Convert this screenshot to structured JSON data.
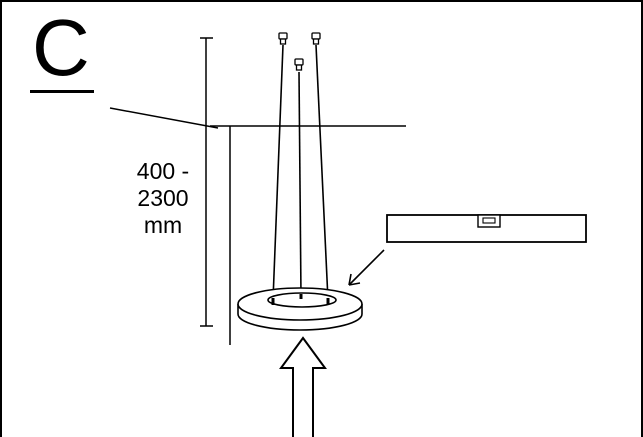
{
  "step": {
    "letter": "C"
  },
  "dimension": {
    "line1": "400 -",
    "line2": "2300",
    "line3": "mm"
  },
  "colors": {
    "ink": "#000000",
    "background": "#ffffff"
  },
  "icons": [
    "spirit-level-icon",
    "ceiling-mount-icon",
    "lamp-ring-icon",
    "push-up-arrow-icon"
  ]
}
